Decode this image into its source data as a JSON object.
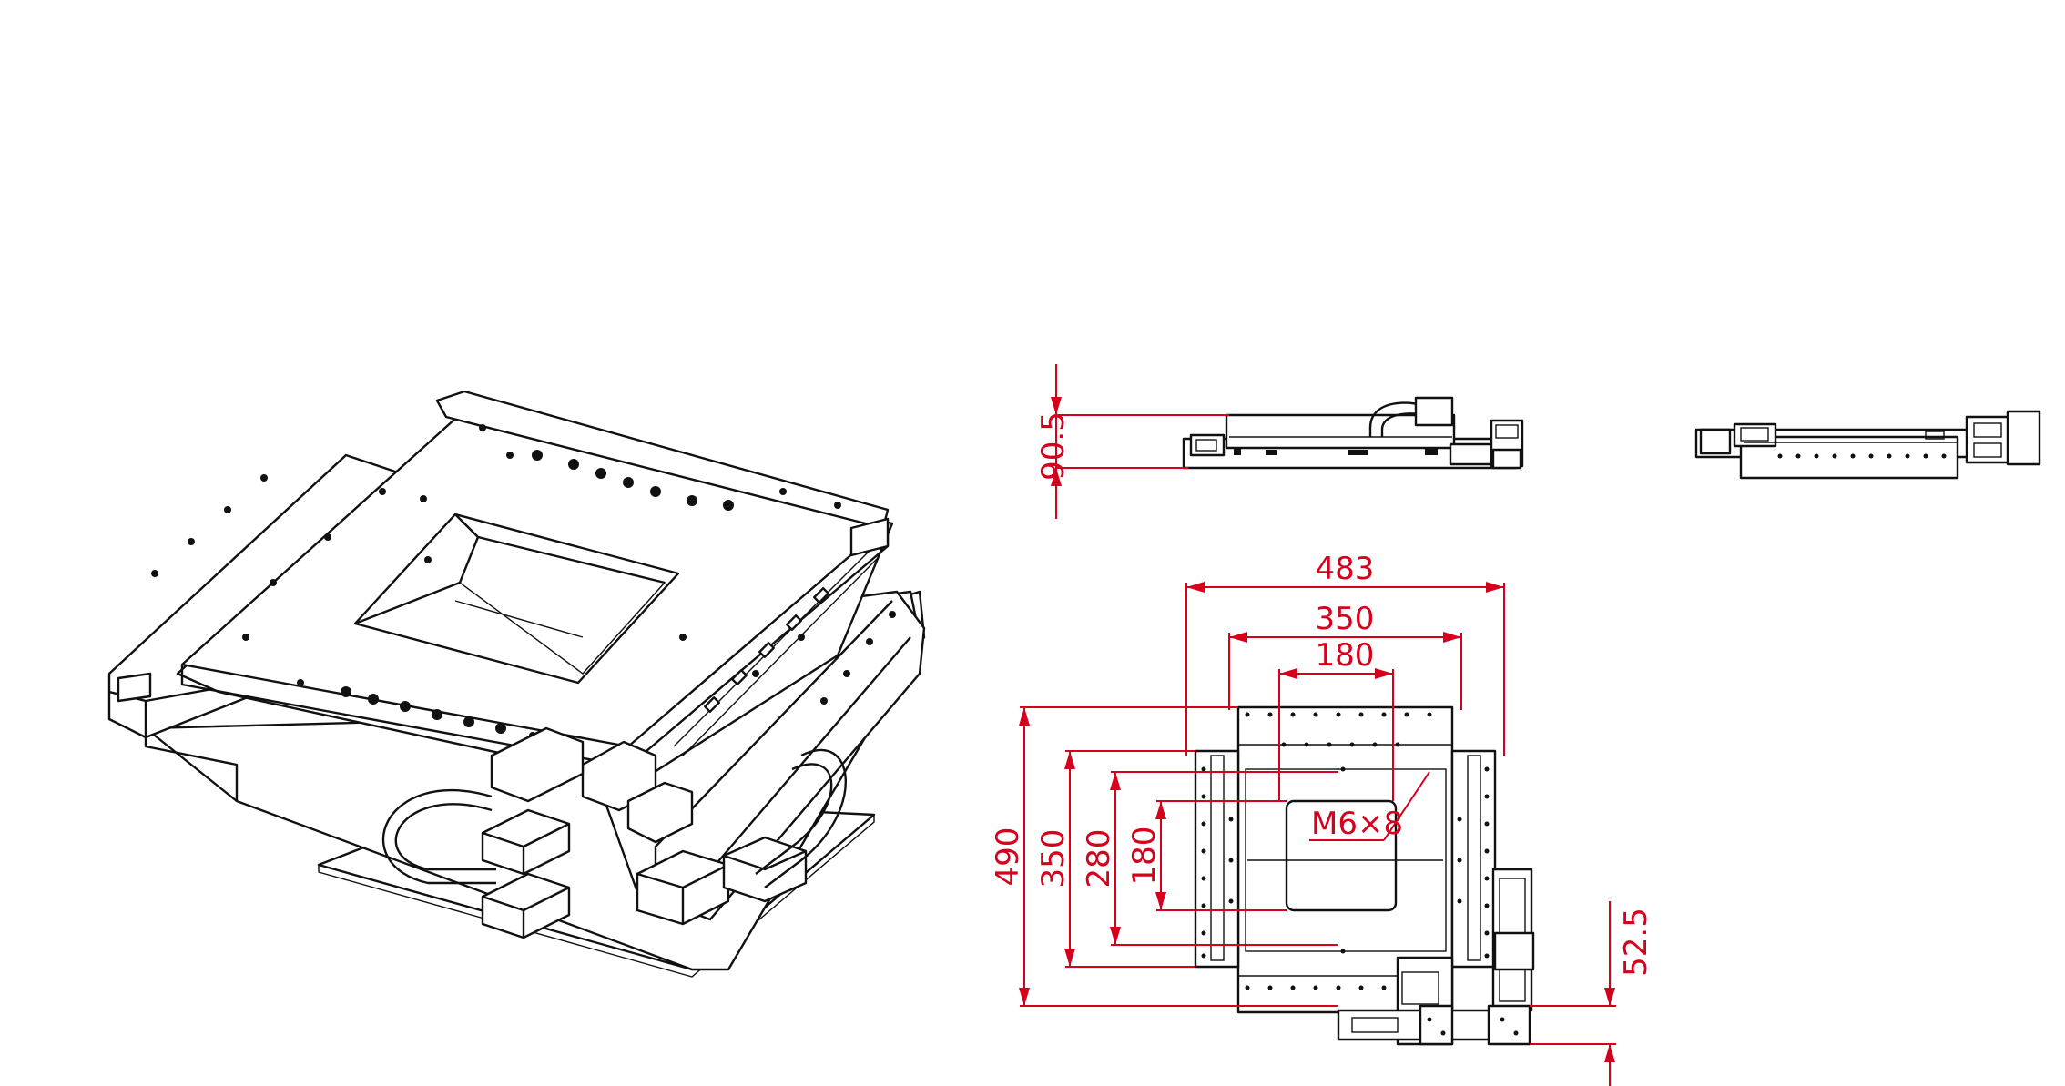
{
  "drawing": {
    "ink_color": "#111111",
    "dimension_color": "#d6001c",
    "background": "#ffffff"
  },
  "side_view": {
    "height_dim": "90.5"
  },
  "top_view": {
    "dims": {
      "overall_width": "483",
      "table_width": "350",
      "aperture_width": "180",
      "overall_depth": "490",
      "table_depth": "350",
      "hole_spacing_depth": "280",
      "aperture_depth": "180",
      "offset": "52.5"
    },
    "thread_callout": "M6×8"
  }
}
